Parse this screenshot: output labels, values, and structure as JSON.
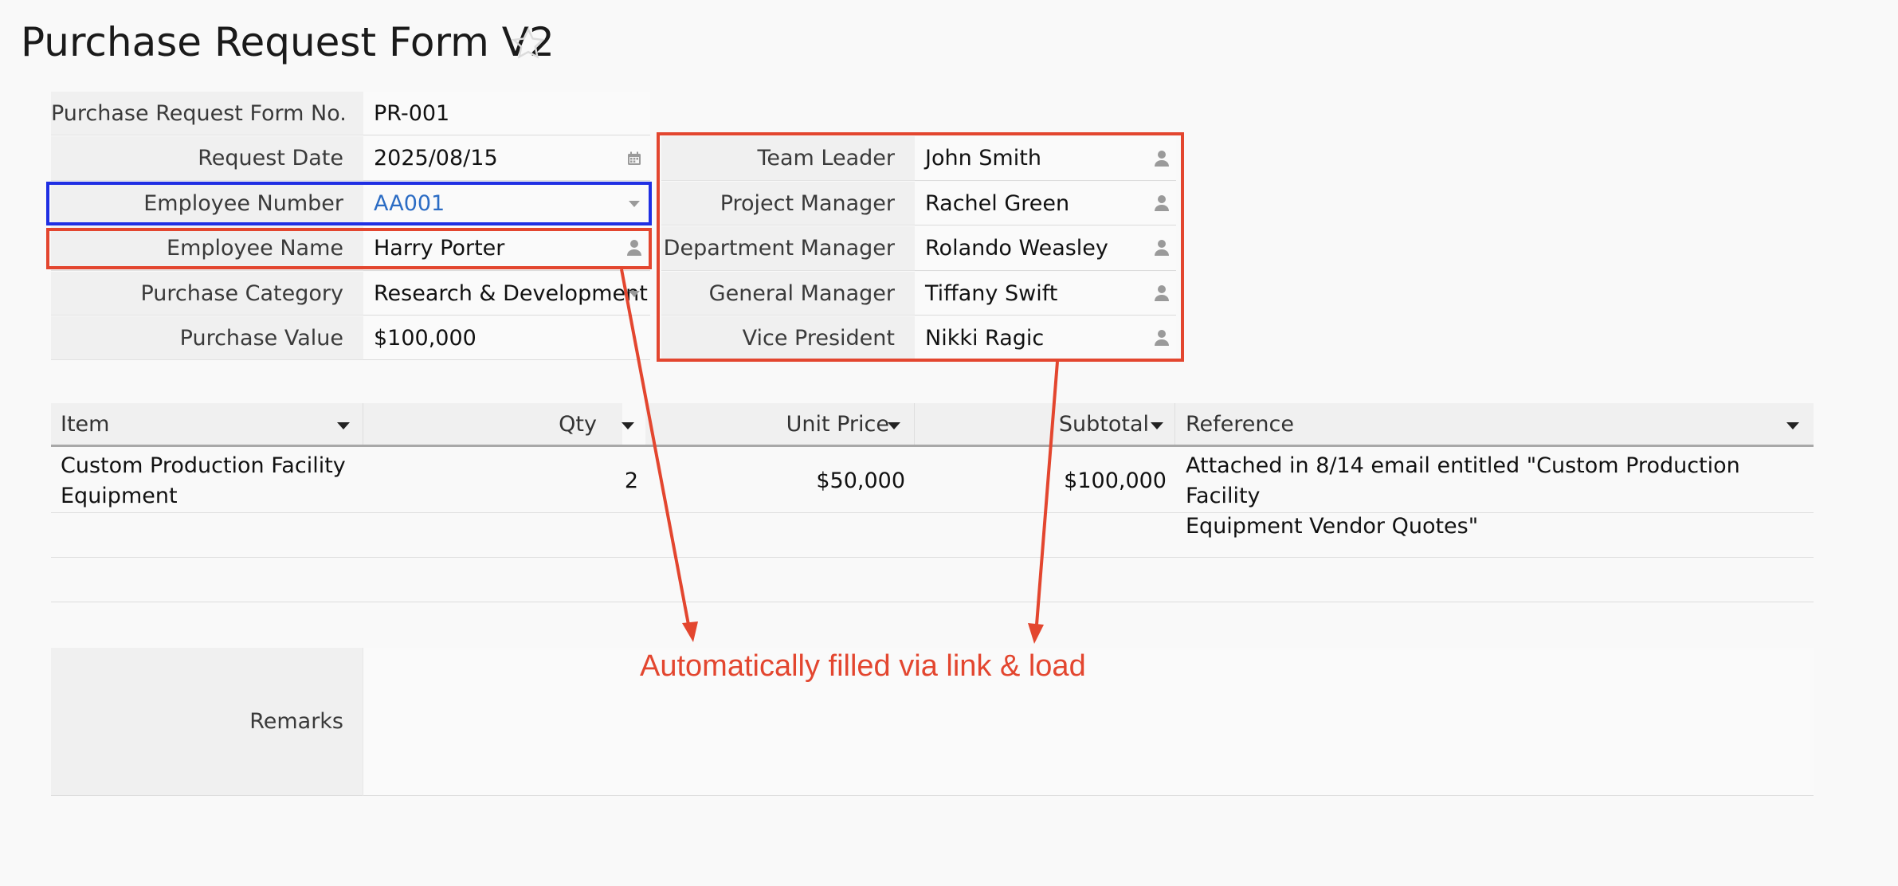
{
  "page": {
    "title": "Purchase Request Form V2"
  },
  "fields_left": [
    {
      "label": "Purchase Request Form No.",
      "value": "PR-001",
      "icon": ""
    },
    {
      "label": "Request Date",
      "value": "2025/08/15",
      "icon": "calendar-icon"
    },
    {
      "label": "Employee Number",
      "value": "AA001",
      "icon": "dropdown-caret-icon"
    },
    {
      "label": "Employee Name",
      "value": "Harry Porter",
      "icon": "person-icon"
    },
    {
      "label": "Purchase Category",
      "value": "Research & Development",
      "icon": "dropdown-caret-icon"
    },
    {
      "label": "Purchase Value",
      "value": "$100,000",
      "icon": ""
    }
  ],
  "fields_right": [
    {
      "label": "Team Leader",
      "value": "John Smith",
      "icon": "person-icon"
    },
    {
      "label": "Project Manager",
      "value": "Rachel Green",
      "icon": "person-icon"
    },
    {
      "label": "Department Manager",
      "value": "Rolando Weasley",
      "icon": "person-icon"
    },
    {
      "label": "General Manager",
      "value": "Tiffany Swift",
      "icon": "person-icon"
    },
    {
      "label": "Vice President",
      "value": "Nikki Ragic",
      "icon": "person-icon"
    }
  ],
  "table": {
    "columns": [
      "Item",
      "Qty",
      "Unit Price",
      "Subtotal",
      "Reference"
    ],
    "rows": [
      {
        "item_line1": "Custom Production Facility",
        "item_line2": "Equipment",
        "qty": "2",
        "unit_price": "$50,000",
        "subtotal": "$100,000",
        "reference_line1": "Attached in 8/14 email entitled \"Custom Production Facility",
        "reference_line2": "Equipment Vendor Quotes\""
      }
    ]
  },
  "remarks": {
    "label": "Remarks",
    "value": ""
  },
  "annotation": {
    "text": "Automatically filled via link & load"
  },
  "colors": {
    "highlight_red": "#e3462f",
    "highlight_blue": "#1f2fe3",
    "link_blue": "#2b6cc4"
  }
}
